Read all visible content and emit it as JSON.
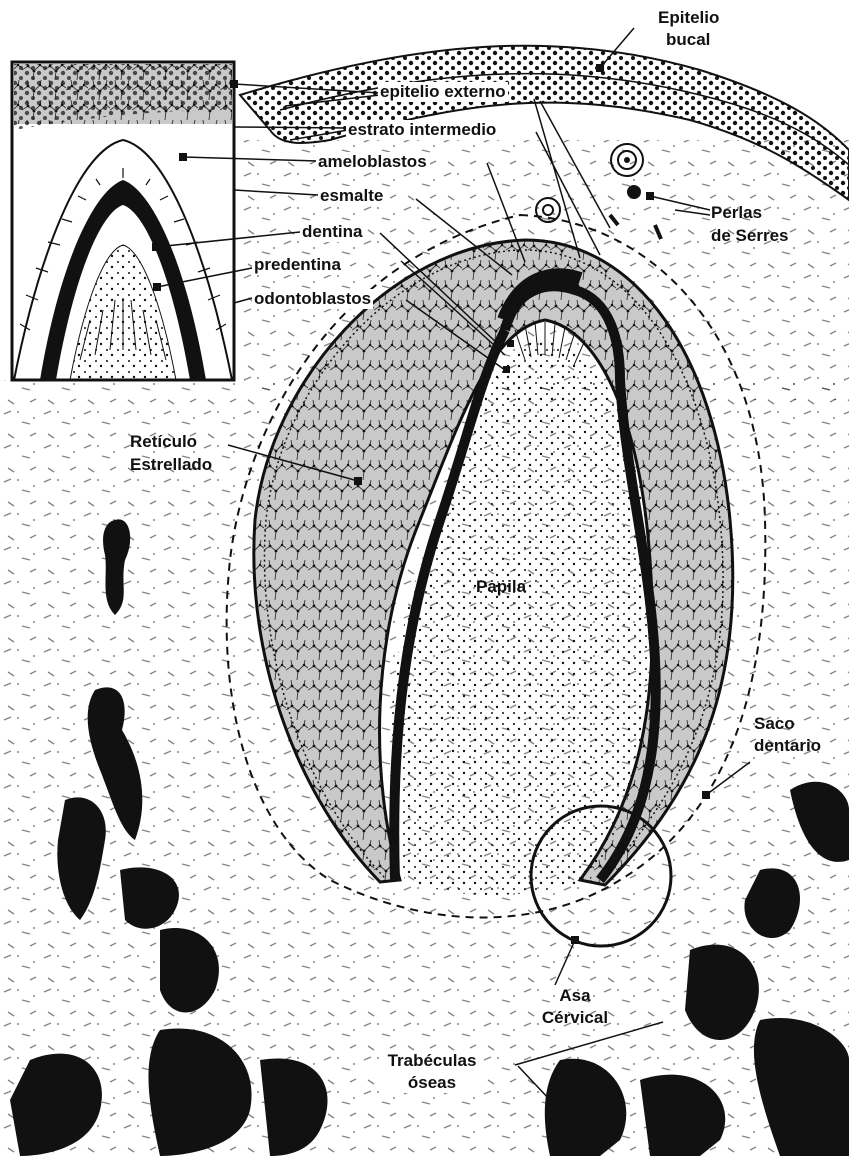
{
  "labels": {
    "epitelio_bucal": [
      "Epitelio",
      "bucal"
    ],
    "epitelio_externo": "epitelio externo",
    "estrato_intermedio": "estrato intermedio",
    "ameloblastos": "ameloblastos",
    "esmalte": "esmalte",
    "dentina": "dentina",
    "predentina": "predentina",
    "odontoblastos": "odontoblastos",
    "perlas_de_serres": [
      "Perlas",
      "de Serres"
    ],
    "reticulo_estrellado": [
      "Retículo",
      "Estrellado"
    ],
    "papila": "Papila",
    "saco_dentario": [
      "Saco",
      "dentario"
    ],
    "asa_cervical": [
      "Asa",
      "Cérvical"
    ],
    "trabeculas_oseas": [
      "Trabéculas",
      "óseas"
    ]
  },
  "colors": {
    "ink": "#111111",
    "stellate_fill": "#c9c9c9",
    "background": "#ffffff"
  }
}
